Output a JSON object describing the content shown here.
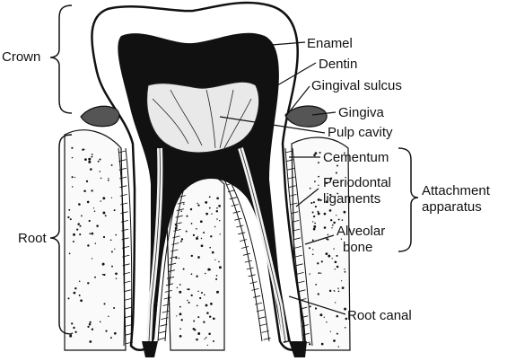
{
  "diagram": {
    "subject": "tooth",
    "labels": {
      "crown": "Crown",
      "root": "Root",
      "enamel": "Enamel",
      "dentin": "Dentin",
      "gingival_sulcus": "Gingival sulcus",
      "gingiva": "Gingiva",
      "pulp_cavity": "Pulp cavity",
      "cementum": "Cementum",
      "periodontal_ligaments_line1": "Periodontal",
      "periodontal_ligaments_line2": "ligaments",
      "alveolar_bone_line1": "Alveolar",
      "alveolar_bone_line2": "bone",
      "root_canal": "Root canal",
      "attachment_apparatus_line1": "Attachment",
      "attachment_apparatus_line2": "apparatus"
    },
    "colors": {
      "ink": "#111111",
      "enamel": "#ffffff",
      "background": "#ffffff"
    }
  }
}
